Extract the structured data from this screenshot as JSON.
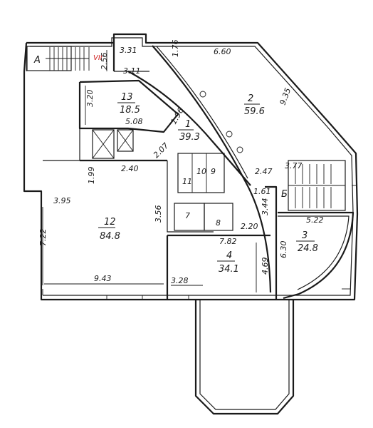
{
  "colors": {
    "ink": "#1a1a1a",
    "accent": "#d02020",
    "paper": "#ffffff"
  },
  "stairs": {
    "a_label": "A",
    "b_label": "Б",
    "red_mark": "VII"
  },
  "rooms": [
    {
      "id": "2",
      "area": "59.6"
    },
    {
      "id": "13",
      "area": "18.5"
    },
    {
      "id": "1",
      "area": "39.3"
    },
    {
      "id": "12",
      "area": "84.8"
    },
    {
      "id": "4",
      "area": "34.1"
    },
    {
      "id": "3",
      "area": "24.8"
    },
    {
      "id": "11",
      "area": ""
    },
    {
      "id": "10",
      "area": ""
    },
    {
      "id": "9",
      "area": ""
    },
    {
      "id": "7",
      "area": ""
    },
    {
      "id": "8",
      "area": ""
    }
  ],
  "dimensions": {
    "d1": "3.31",
    "d2": "2.56",
    "d3": "1.76",
    "d4": "6.60",
    "d5": "3.11",
    "d6": "3.20",
    "d7": "9.35",
    "d8": "5.08",
    "d9": "1.96",
    "d10": "2.07",
    "d11": "2.40",
    "d12": "1.99",
    "d13": "2.47",
    "d14": "3.77",
    "d15": "1.61",
    "d16": "3.95",
    "d17": "3.56",
    "d18": "3.44",
    "d19": "5.22",
    "d20": "7.22",
    "d21": "2.20",
    "d22": "7.82",
    "d23": "6.30",
    "d24": "4.69",
    "d25": "9.43",
    "d26": "3.28"
  }
}
